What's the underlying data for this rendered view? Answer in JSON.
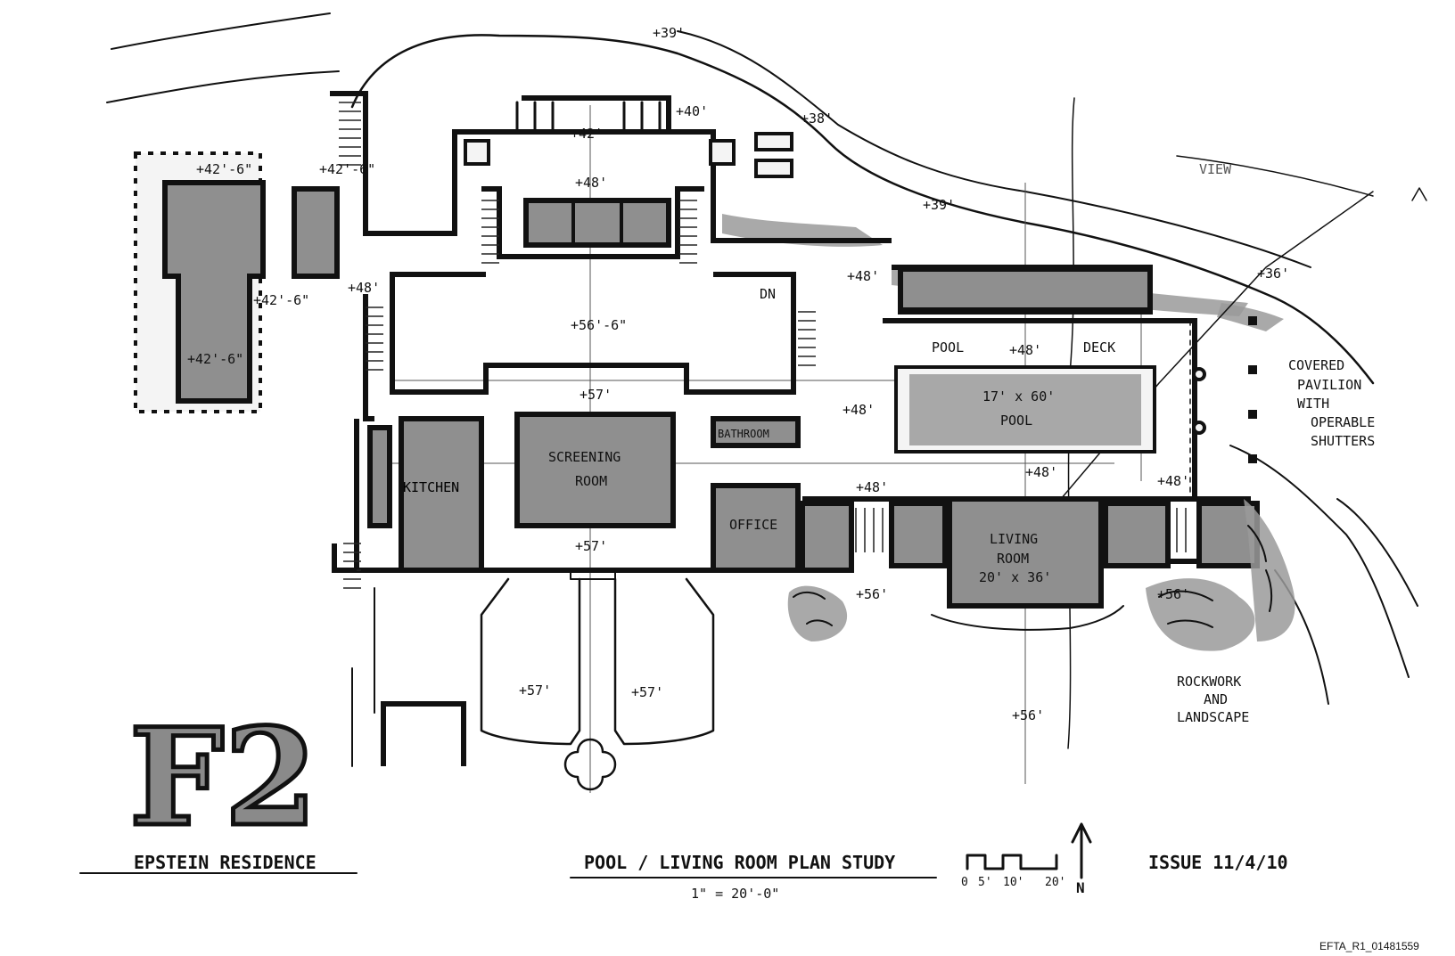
{
  "elevations": {
    "e39_top": "+39'",
    "e40": "+40'",
    "e42": "+42'",
    "e38": "+38'",
    "e42_6_a": "+42'-6\"",
    "e42_6_b": "+42'-6\"",
    "e42_6_c": "+42'-6\"",
    "e42_6_d": "+42'-6\"",
    "e48_a": "+48'",
    "e48_b": "+48'",
    "e48_c": "+48'",
    "e48_d": "+48'",
    "e48_e": "+48'",
    "e48_f": "+48'",
    "e48_g": "+48'",
    "e48_h": "+48'",
    "e39_mid": "+39'",
    "e36": "+36'",
    "e56_6": "+56'-6\"",
    "e57_a": "+57'",
    "e57_b": "+57'",
    "e57_c": "+57'",
    "e57_d": "+57'",
    "e56_a": "+56'",
    "e56_b": "+56'",
    "e56_c": "+56'"
  },
  "labels": {
    "view": "VIEW",
    "dn": "DN",
    "pool_left": "POOL",
    "deck": "DECK",
    "pool_size": "17' x 60'",
    "pool": "POOL",
    "kitchen": "KITCHEN",
    "screening_1": "SCREENING",
    "screening_2": "ROOM",
    "bathroom": "BATHROOM",
    "office": "OFFICE",
    "living_1": "LIVING",
    "living_2": "ROOM",
    "living_3": "20' x 36'",
    "pavilion_1": "COVERED",
    "pavilion_2": "PAVILION",
    "pavilion_3": "WITH",
    "pavilion_4": "OPERABLE",
    "pavilion_5": "SHUTTERS",
    "rock_1": "ROCKWORK",
    "rock_2": "AND",
    "rock_3": "LANDSCAPE"
  },
  "logo_text": "F2",
  "title_block": {
    "project": "EPSTEIN RESIDENCE",
    "drawing": "POOL / LIVING ROOM PLAN STUDY",
    "scale": "1\" = 20'-0\"",
    "scale_bar": [
      "0",
      "5'",
      "10'",
      "20'"
    ],
    "north": "N",
    "issue": "ISSUE 11/4/10"
  },
  "doc_id": "EFTA_R1_01481559",
  "colors": {
    "ink": "#111111",
    "fill": "#8f8f8f",
    "paper": "#ffffff"
  }
}
